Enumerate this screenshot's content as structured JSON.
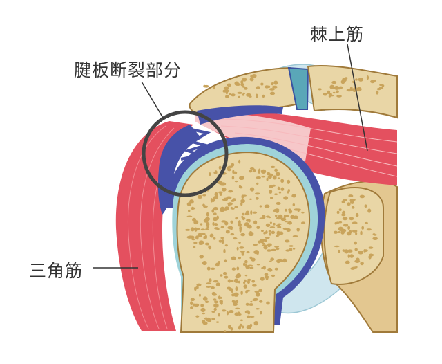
{
  "labels": {
    "supraspinatus": "棘上筋",
    "rotator_cuff_tear": "腱板断裂部分",
    "deltoid": "三角筋"
  },
  "colors": {
    "muscle": "#e4505f",
    "muscle_light": "#f4a0a6",
    "bone": "#e9d6a6",
    "bone_dots": "#c9a45c",
    "bone_outline": "#a07a3a",
    "cartilage": "#9fd3d9",
    "tendon": "#4752a8",
    "capsule": "#c9c4e6",
    "highlight_circle": "#444444",
    "text": "#333333"
  }
}
